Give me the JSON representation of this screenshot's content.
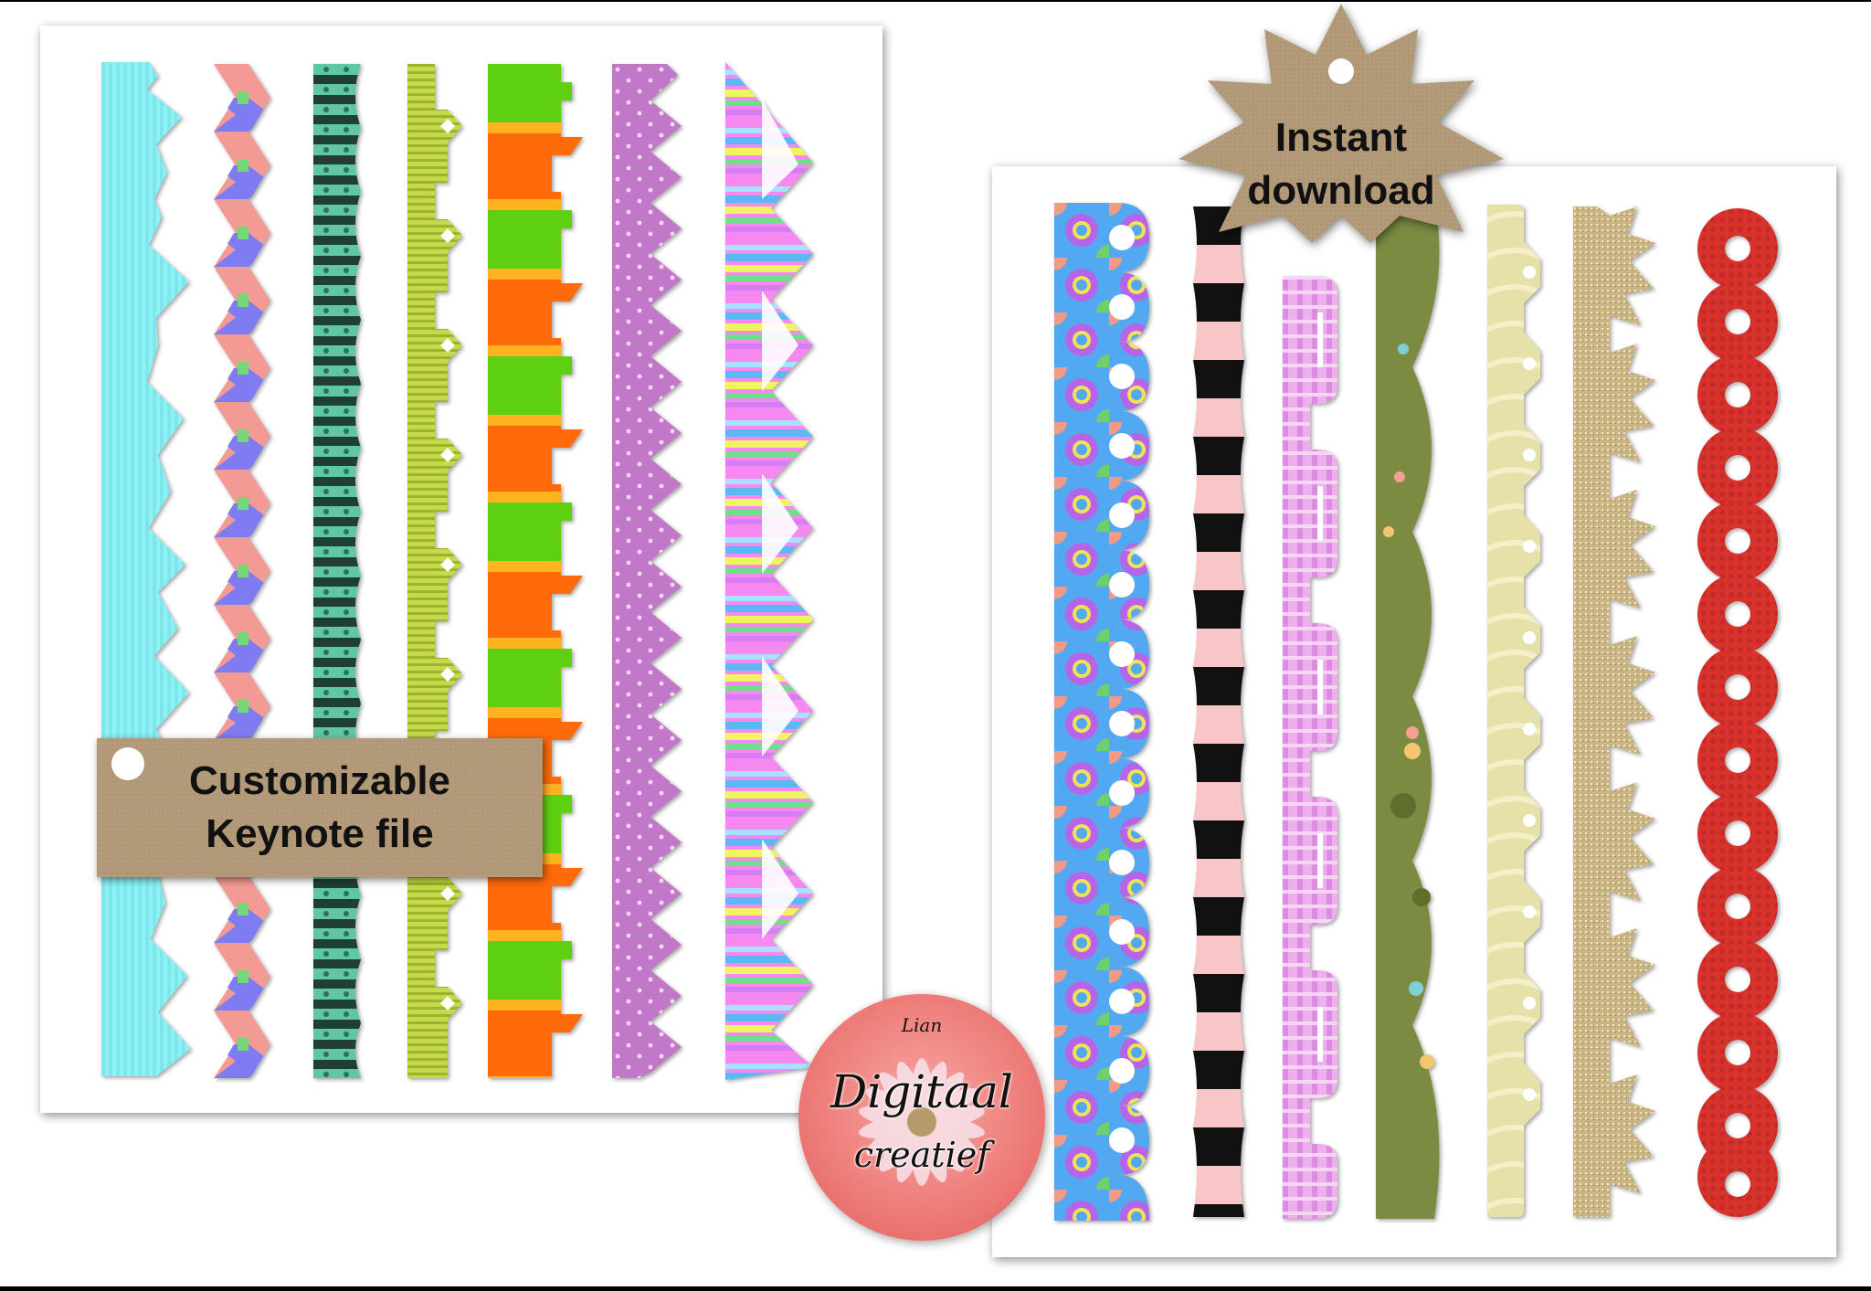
{
  "tags": {
    "keynote": {
      "line1": "Customizable",
      "line2": "Keynote file"
    },
    "instant": {
      "line1": "Instant",
      "line2": "download"
    }
  },
  "logo": {
    "small": "Lian",
    "big": "Digitaal",
    "sub": "creatief"
  },
  "colors": {
    "kraft": "#b39b7a",
    "logo_pink": "#ee7f7b",
    "cyan": "#8ef2f2",
    "red": "#d8322d"
  }
}
